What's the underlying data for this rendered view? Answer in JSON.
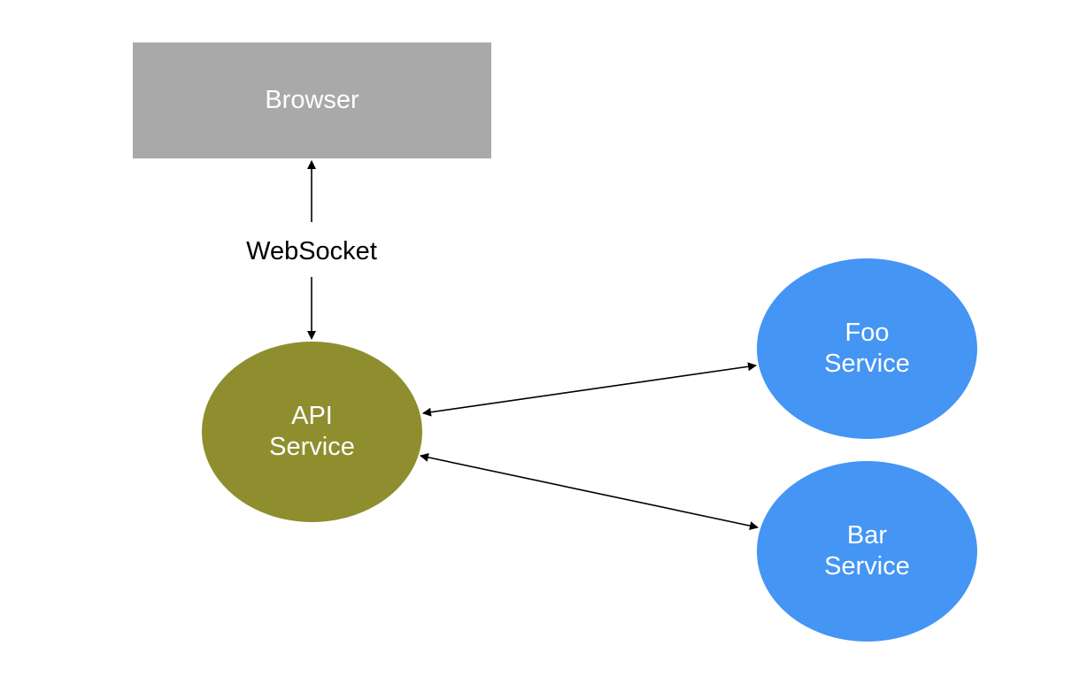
{
  "nodes": {
    "browser": {
      "label": "Browser",
      "color": "#a9a9a9",
      "shape": "rectangle"
    },
    "api": {
      "label": "API\nService",
      "color": "#8e8e2e",
      "shape": "ellipse"
    },
    "foo": {
      "label": "Foo\nService",
      "color": "#4495f4",
      "shape": "ellipse"
    },
    "bar": {
      "label": "Bar\nService",
      "color": "#4495f4",
      "shape": "ellipse"
    }
  },
  "edges": [
    {
      "from": "browser",
      "to": "api",
      "label": "WebSocket",
      "direction": "bidirectional"
    },
    {
      "from": "api",
      "to": "foo",
      "label": "",
      "direction": "bidirectional"
    },
    {
      "from": "api",
      "to": "bar",
      "label": "",
      "direction": "bidirectional"
    }
  ],
  "colors": {
    "edge": "#000000",
    "text_on_node": "#ffffff",
    "background": "#ffffff"
  }
}
